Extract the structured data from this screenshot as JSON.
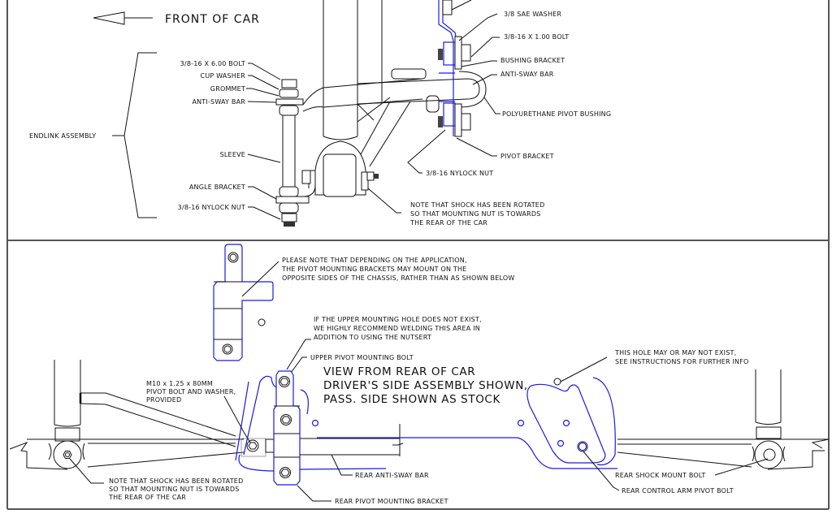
{
  "top_view": {
    "direction_label": "FRONT OF CAR",
    "assembly_label": "ENDLINK ASSEMBLY",
    "endlink_callouts": [
      "3/8-16 X 6.00 BOLT",
      "CUP WASHER",
      "GROMMET",
      "ANTI-SWAY BAR",
      "SLEEVE",
      "ANGLE BRACKET",
      "3/8-16 NYLOCK NUT"
    ],
    "pivot_callouts": [
      "3/8 SAE WASHER",
      "3/8-16 X 1.00 BOLT",
      "BUSHING BRACKET",
      "ANTI-SWAY BAR",
      "POLYURETHANE PIVOT BUSHING",
      "PIVOT BRACKET",
      "3/8-16 NYLOCK NUT"
    ],
    "shock_note": [
      "NOTE THAT SHOCK HAS BEEN ROTATED",
      "SO THAT MOUNTING NUT IS TOWARDS",
      "THE REAR OF THE CAR"
    ]
  },
  "bottom_view": {
    "bracket_note": [
      "PLEASE NOTE THAT DEPENDING ON THE APPLICATION,",
      "THE PIVOT MOUNTING BRACKETS MAY MOUNT ON THE",
      "OPPOSITE SIDES OF THE CHASSIS, RATHER THAN AS SHOWN BELOW"
    ],
    "weld_note": [
      "IF THE UPPER MOUNTING HOLE DOES NOT EXIST,",
      "WE HIGHLY RECOMMEND WELDING THIS AREA IN",
      "ADDITION TO USING THE NUTSERT"
    ],
    "upper_bolt_label": "UPPER PIVOT MOUNTING BOLT",
    "view_title": [
      "VIEW FROM REAR OF CAR",
      "DRIVER'S SIDE ASSEMBLY SHOWN,",
      "PASS. SIDE SHOWN AS STOCK"
    ],
    "pivot_bolt_note": [
      "M10 x 1.25 x 80MM",
      "PIVOT BOLT AND WASHER,",
      "PROVIDED"
    ],
    "hole_note": [
      "THIS HOLE MAY OR MAY NOT EXIST,",
      "SEE INSTRUCTIONS FOR FURTHER INFO"
    ],
    "shock_note": [
      "NOTE THAT SHOCK HAS BEEN ROTATED",
      "SO THAT MOUNTING NUT IS TOWARDS",
      "THE REAR OF THE CAR"
    ],
    "rear_sway_bar_label": "REAR ANTI-SWAY BAR",
    "rear_bracket_label": "REAR PIVOT MOUNTING BRACKET",
    "rear_shock_bolt_label": "REAR SHOCK MOUNT BOLT",
    "control_arm_bolt_label": "REAR CONTROL ARM PIVOT BOLT"
  },
  "colors": {
    "line": "#111111",
    "bracket_blue": "#1a1ae6",
    "frame": "#555555"
  }
}
